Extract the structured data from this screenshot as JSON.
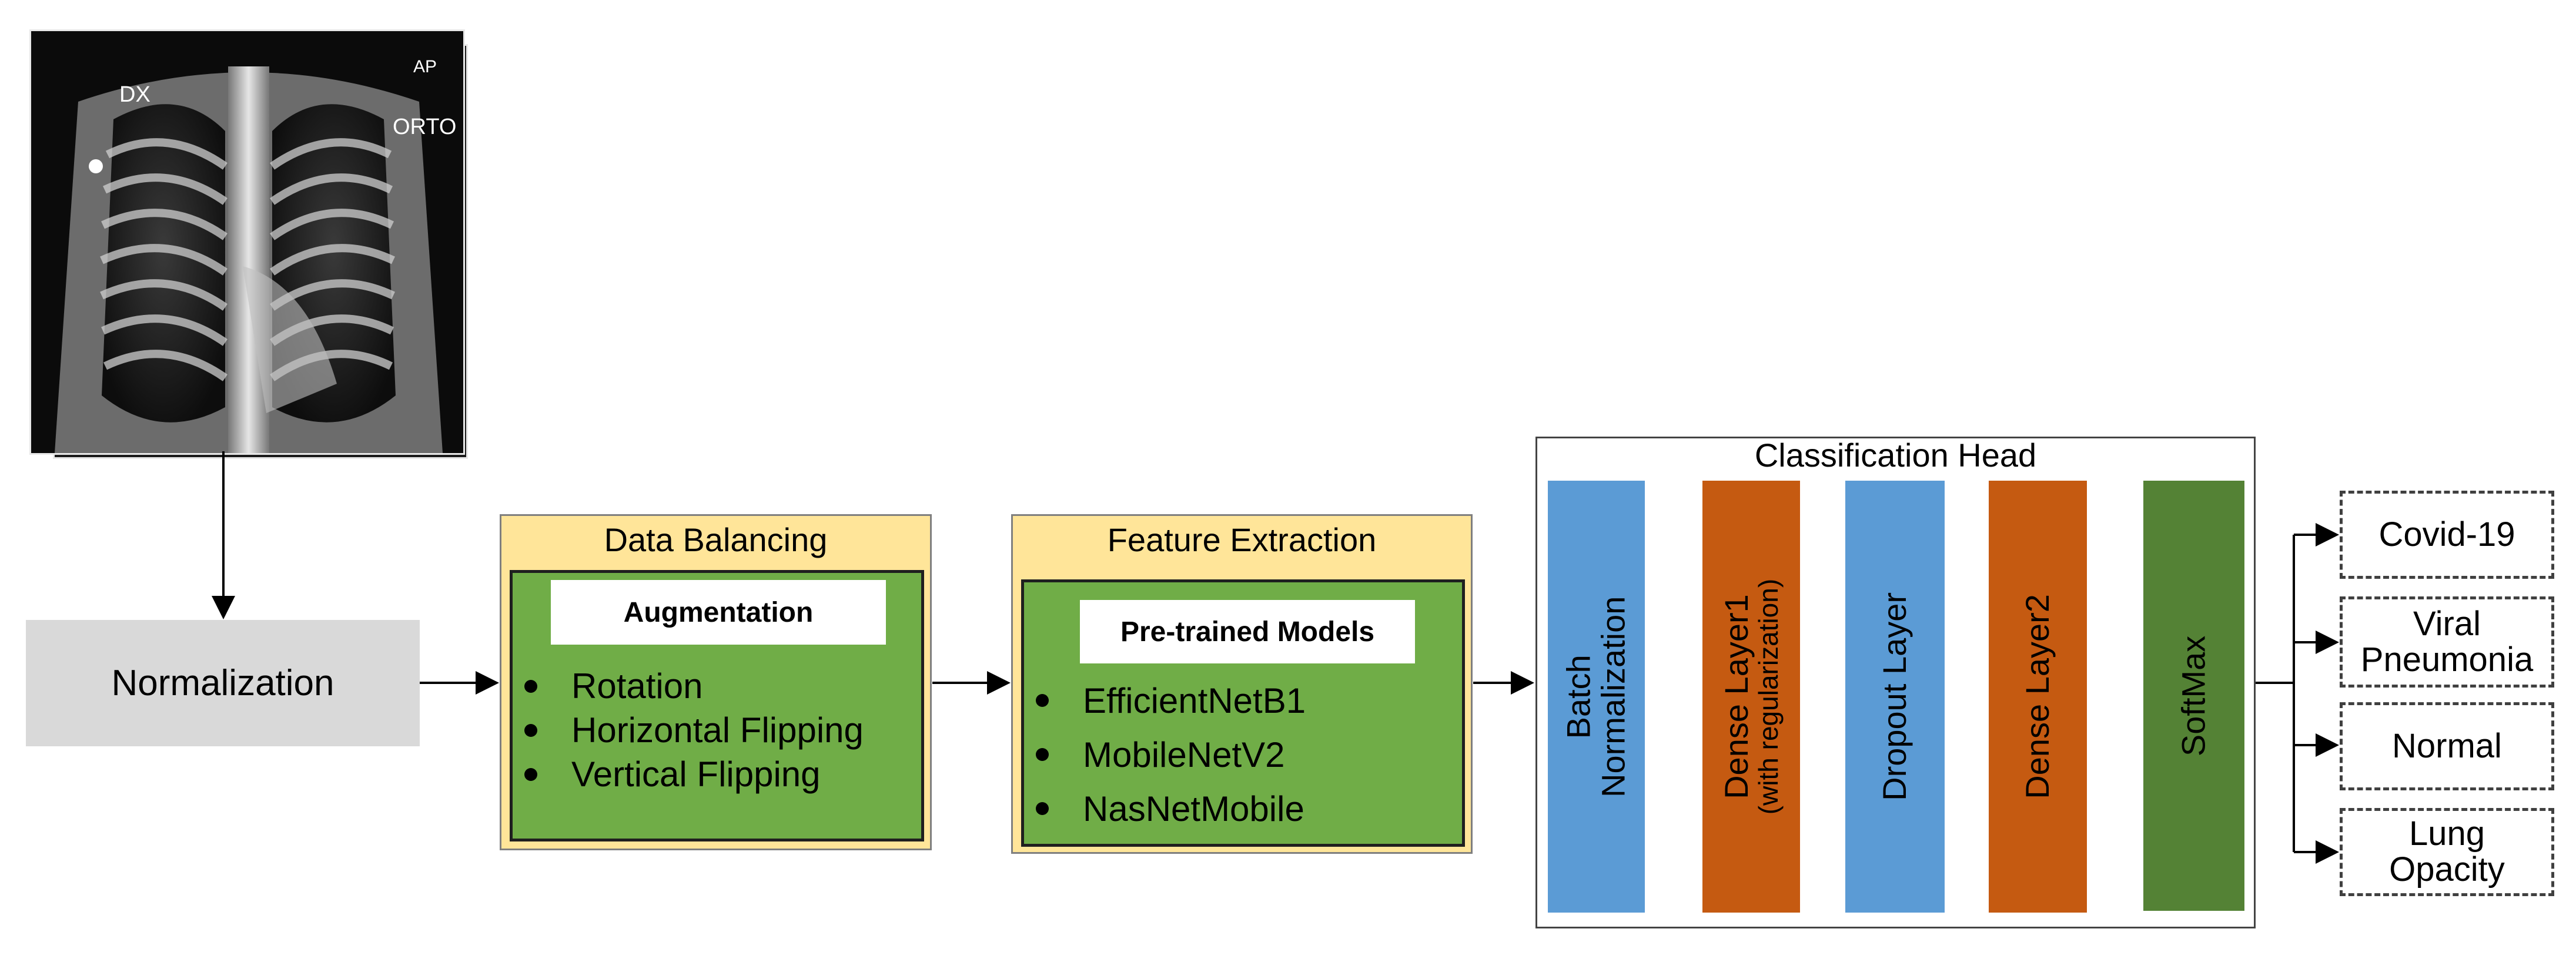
{
  "xray": {
    "labels": {
      "dx": "DX",
      "orto": "ORTO",
      "ap": "AP"
    }
  },
  "normalization": {
    "label": "Normalization"
  },
  "data_balancing": {
    "title": "Data Balancing",
    "subtitle": "Augmentation",
    "items": [
      "Rotation",
      "Horizontal Flipping",
      "Vertical Flipping"
    ]
  },
  "feature_extraction": {
    "title": "Feature Extraction",
    "subtitle": "Pre-trained Models",
    "items": [
      "EfficientNetB1",
      "MobileNetV2",
      "NasNetMobile"
    ]
  },
  "classification_head": {
    "title": "Classification Head",
    "layers": {
      "batch_norm": {
        "line1": "Batch",
        "line2": "Normalization"
      },
      "dense1": {
        "line1": "Dense Layer1",
        "line2": "(with regularization)"
      },
      "dropout": {
        "label": "Dropout Layer"
      },
      "dense2": {
        "label": "Dense Layer2"
      },
      "softmax": {
        "label": "SoftMax"
      }
    }
  },
  "outputs": [
    {
      "line1": "Covid-19",
      "line2": ""
    },
    {
      "line1": "Viral",
      "line2": "Pneumonia"
    },
    {
      "line1": "Normal",
      "line2": ""
    },
    {
      "line1": "Lung",
      "line2": "Opacity"
    }
  ],
  "colors": {
    "blue_layer": "#5b9bd5",
    "orange_layer": "#c55a11",
    "green_layer": "#548235",
    "panel_outer": "#ffe599",
    "panel_inner": "#70ad47",
    "normalization": "#d9d9d9"
  }
}
